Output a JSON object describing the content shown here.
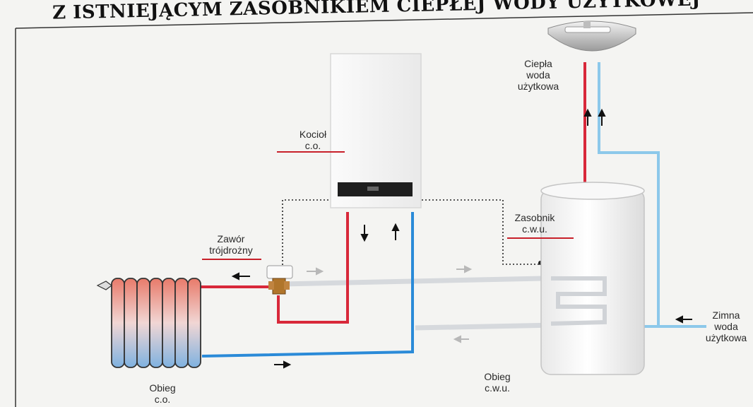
{
  "title": "Z ISTNIEJĄCYM ZASOBNIKIEM  CIEPŁEJ WODY UŻYTKOWEJ",
  "labels": {
    "boiler": "Kocioł\nc.o.",
    "valve": "Zawór\ntrójdrożny",
    "tank": "Zasobnik\nc.w.u.",
    "hot_water": "Ciepła\nwoda\nużytkowa",
    "cold_water": "Zimna\nwoda\nużytkowa",
    "heating_circuit": "Obieg\nc.o.",
    "dhw_circuit": "Obieg\nc.w.u."
  },
  "colors": {
    "hot_pipe": "#d8283a",
    "cold_pipe": "#2a8ad8",
    "light_blue_pipe": "#8cc8ea",
    "grey_pipe": "#d6d9dd",
    "accent_underline": "#c8202a",
    "control_wire": "#222222"
  },
  "icons": {
    "arrow": "arrow-icon",
    "radiator": "radiator-icon",
    "boiler": "boiler-icon",
    "tank": "hot-water-tank-icon",
    "valve": "three-way-valve-icon",
    "basin": "washbasin-icon"
  }
}
